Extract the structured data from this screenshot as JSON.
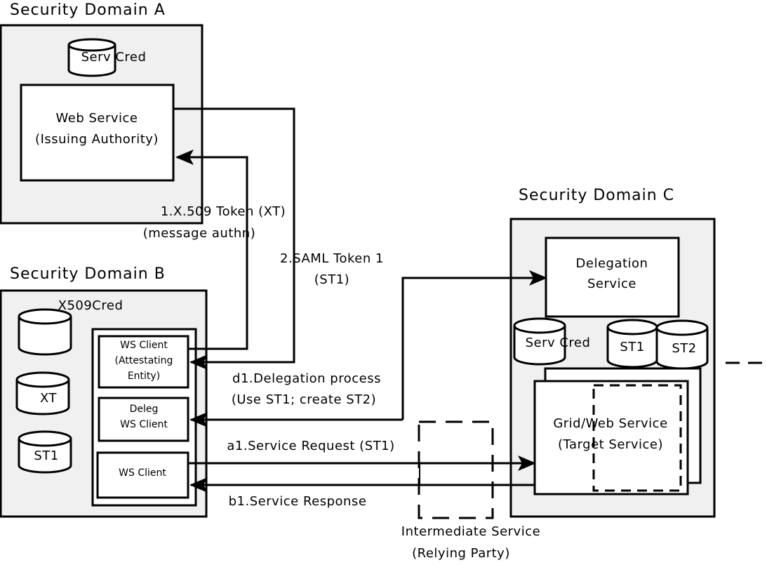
{
  "domains": {
    "a_title": "Security Domain A",
    "b_title": "Security Domain B",
    "c_title": "Security Domain C"
  },
  "domain_a": {
    "serv_cred": "Serv Cred",
    "web_service_line1": "Web Service",
    "web_service_line2": "(Issuing Authority)"
  },
  "domain_b": {
    "x509cred": "X509Cred",
    "xt": "XT",
    "st1": "ST1",
    "ws_client_attest_line1": "WS Client",
    "ws_client_attest_line2": "(Attestating",
    "ws_client_attest_line3": "Entity)",
    "deleg_line1": "Deleg",
    "deleg_line2": "WS Client",
    "ws_client": "WS Client"
  },
  "domain_c": {
    "delegation_line1": "Delegation",
    "delegation_line2": "Service",
    "serv_cred": "Serv Cred",
    "st1": "ST1",
    "st2": "ST2",
    "grid_line1": "Grid/Web Service",
    "grid_line2": "(Target Service)"
  },
  "messages": {
    "m1_line1": "1.X.509 Token (XT)",
    "m1_line2": "(message authn)",
    "m2_line1": "2.SAML Token 1",
    "m2_line2": "(ST1)",
    "d1_line1": "d1.Delegation process",
    "d1_line2": "(Use ST1; create ST2)",
    "a1": "a1.Service Request (ST1)",
    "b1": "b1.Service Response"
  },
  "intermediate": {
    "line1": "Intermediate Service",
    "line2": "(Relying Party)"
  }
}
